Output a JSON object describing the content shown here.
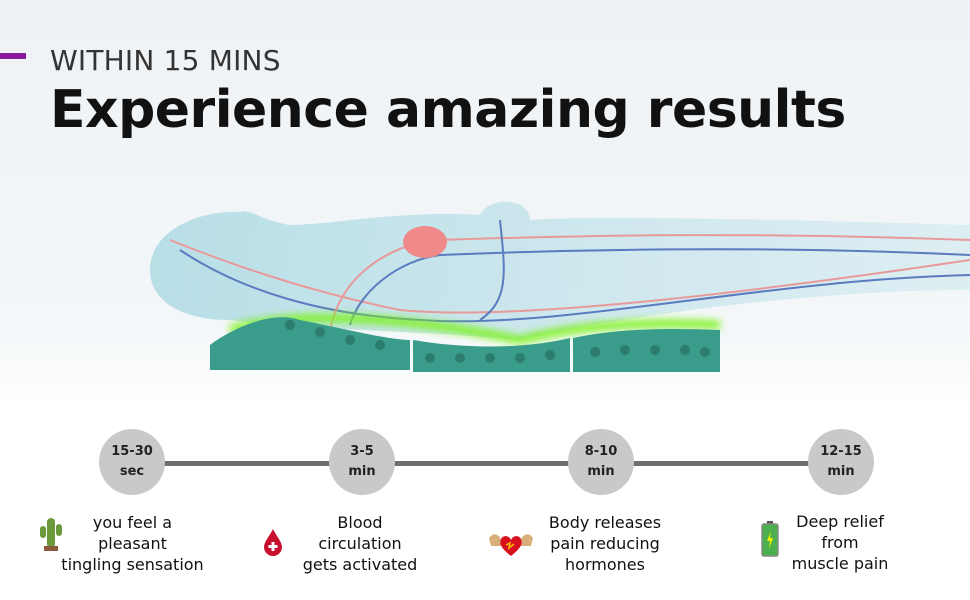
{
  "header": {
    "kicker": "WITHIN 15 MINS",
    "title": "Experience amazing results"
  },
  "colors": {
    "accent": "#8b1a9b",
    "line": "#6f6f6f",
    "circle": "#c9c9cc",
    "glow": "#7cf21a",
    "mat": "#3a9c8a"
  },
  "timeline": [
    {
      "time": [
        "15-30",
        "sec"
      ],
      "text": [
        "you feel a",
        "pleasant",
        "tingling sensation"
      ],
      "icon": "cactus-icon"
    },
    {
      "time": [
        "3-5",
        "min"
      ],
      "text": [
        "Blood",
        "circulation",
        "gets activated"
      ],
      "icon": "blood-drop-icon"
    },
    {
      "time": [
        "8-10",
        "min"
      ],
      "text": [
        "Body releases",
        "pain reducing",
        "hormones"
      ],
      "icon": "heart-muscle-icon"
    },
    {
      "time": [
        "12-15",
        "min"
      ],
      "text": [
        "Deep relief",
        "from",
        "muscle pain"
      ],
      "icon": "battery-icon"
    }
  ]
}
